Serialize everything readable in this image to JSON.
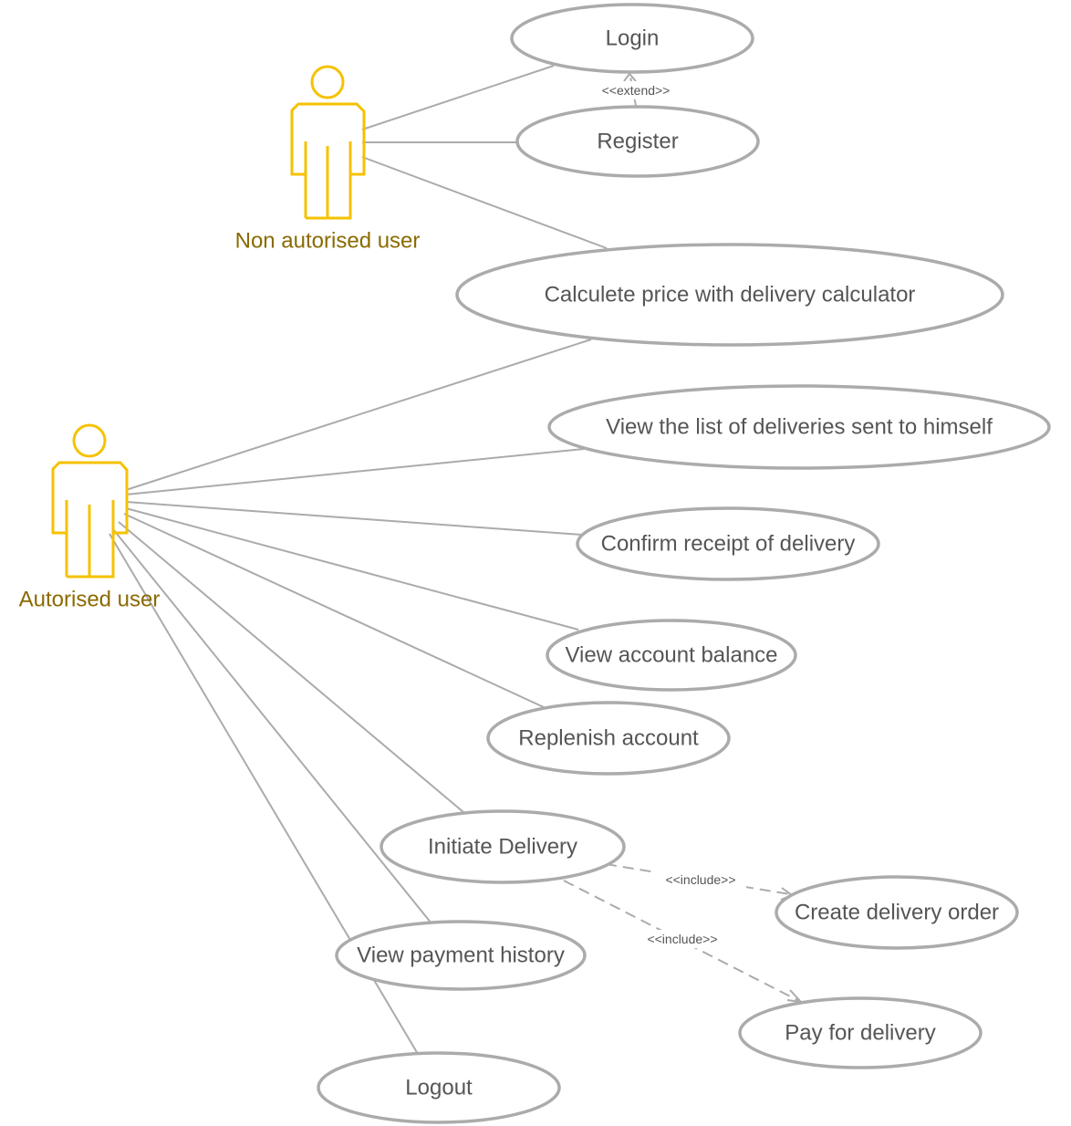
{
  "actors": {
    "non_authorised": "Non autorised user",
    "authorised": "Autorised user"
  },
  "use_cases": {
    "login": "Login",
    "register": "Register",
    "calculate_price": "Calculete price with delivery calculator",
    "view_deliveries": "View the list of deliveries sent to himself",
    "confirm_receipt": "Confirm receipt of delivery",
    "view_balance": "View account balance",
    "replenish": "Replenish account",
    "initiate_delivery": "Initiate Delivery",
    "view_payment_history": "View payment history",
    "logout": "Logout",
    "create_order": "Create delivery order",
    "pay_delivery": "Pay for delivery"
  },
  "relations": {
    "extend": "<<extend>>",
    "include_create": "<<include>>",
    "include_pay": "<<include>>"
  },
  "colors": {
    "actor": "#f5c200",
    "actor_label": "#8a6a00",
    "line": "#ababab",
    "text": "#555555"
  }
}
